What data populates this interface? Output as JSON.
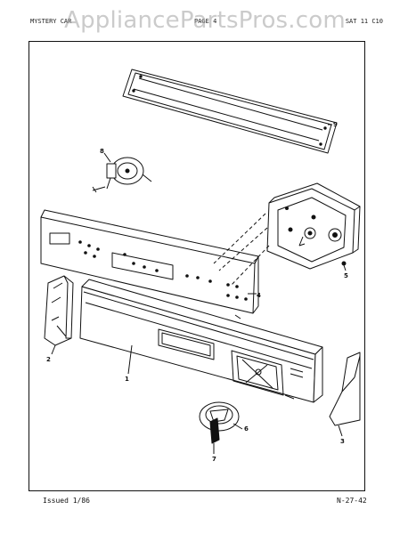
{
  "header": {
    "watermark": "AppliancePartsPros.com",
    "left_text": "MYSTERY CAR",
    "mid_text": "PAGE 4",
    "right_text": "SAT 11 C10"
  },
  "footer": {
    "issued": "Issued 1/86",
    "page_code": "N-27-42"
  },
  "callouts": {
    "c1": "1",
    "c2": "2",
    "c3": "3",
    "c4": "4",
    "c5": "5",
    "c6": "6",
    "c7": "7",
    "c8": "8",
    "c9": "9"
  }
}
